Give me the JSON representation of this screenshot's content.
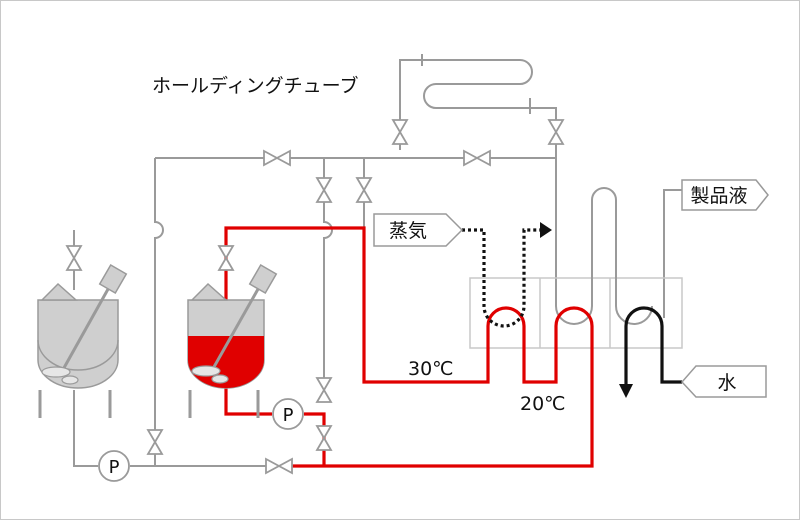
{
  "labels": {
    "holding_tube": "ホールディングチューブ",
    "steam": "蒸気",
    "product": "製品液",
    "water": "水",
    "temp_30": "30℃",
    "temp_20": "20℃",
    "pump": "P"
  },
  "colors": {
    "pipe": "#9a9a9a",
    "hot_line": "#e00000",
    "cold_line": "#111111",
    "tank_fill": "#cfcfcf",
    "liquid": "#e00000",
    "frame": "#c8c8c8"
  }
}
